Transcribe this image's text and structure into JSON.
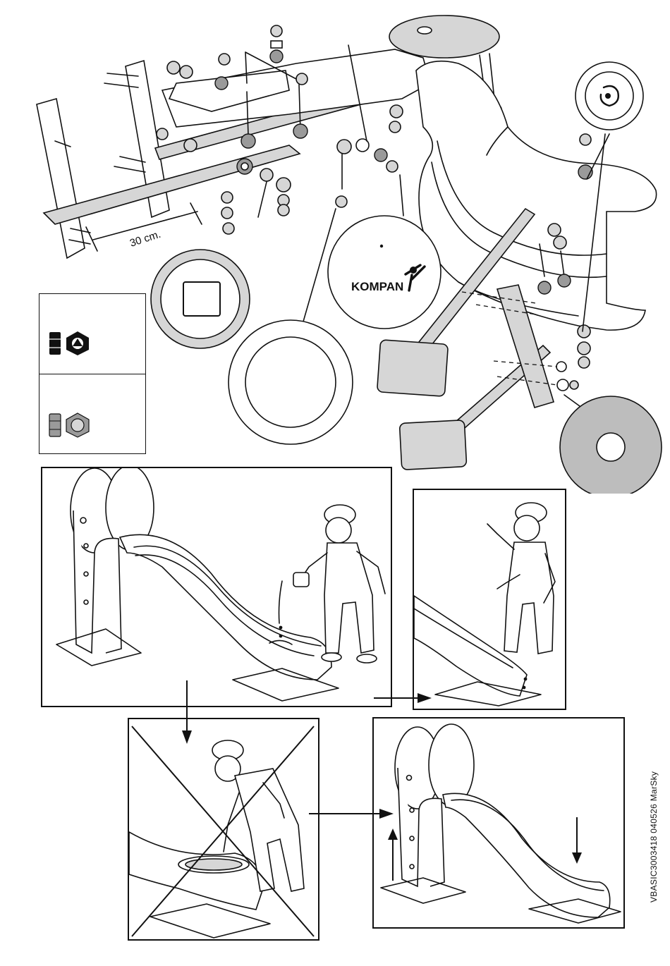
{
  "assembly": {
    "dimension_label": "30 cm.",
    "logo_text": "KOMPAN"
  },
  "footer": {
    "doc_code": "VBASIC3003418 040526 MarSky"
  },
  "colors": {
    "ink": "#111111",
    "part_fill": "#d6d6d6",
    "washer_fill": "#bdbdbd"
  }
}
